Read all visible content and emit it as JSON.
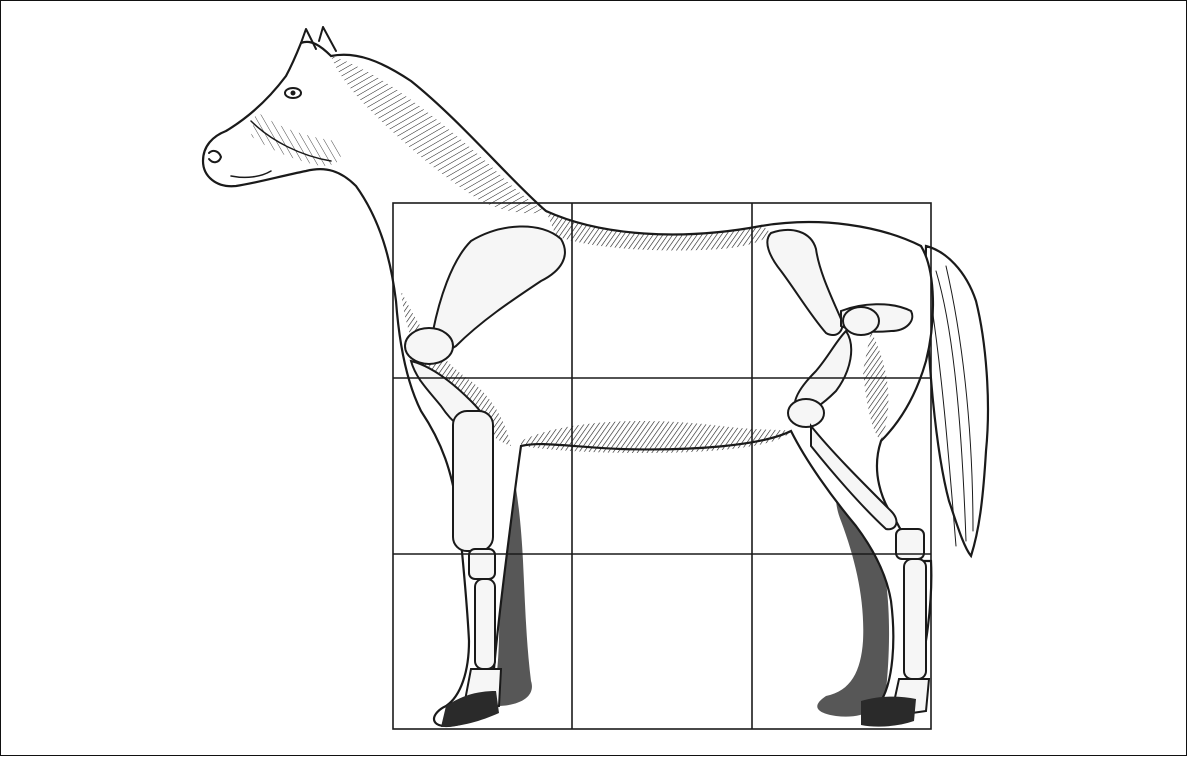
{
  "illustration": {
    "subject": "horse-anatomy-engraving",
    "grid": {
      "rows": 3,
      "cols": 3
    },
    "colors": {
      "ink": "#1a1a1a",
      "paper": "#ffffff"
    }
  }
}
